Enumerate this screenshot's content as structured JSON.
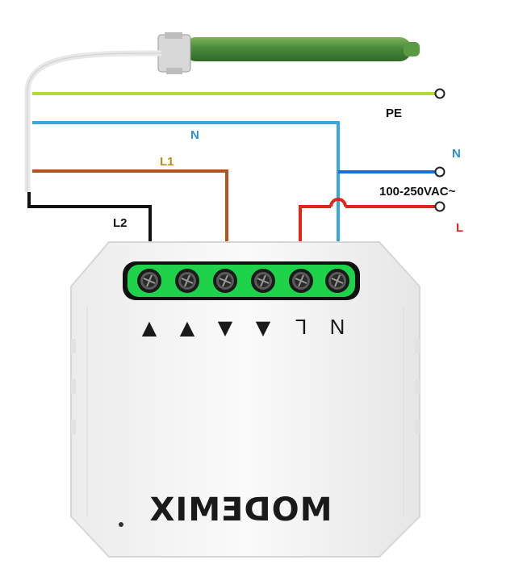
{
  "labels": {
    "pe": "PE",
    "n_top": "N",
    "l1": "L1",
    "l2": "L2",
    "n_supply": "N",
    "voltage": "100-250VAC~",
    "l_supply": "L"
  },
  "terminals": [
    "▲",
    "▲",
    "▼",
    "▼",
    "L",
    "N"
  ],
  "brand": "MODEMIX",
  "colors": {
    "pe": "#b4d83a",
    "neutral": "#3aa6de",
    "l1": "#b3541e",
    "l2": "#111111",
    "live": "#e1261c",
    "terminal_green": "#1ed34a",
    "motor_green": "#4a8a3a",
    "label_blue": "#2a8fd6",
    "label_brown": "#c08a1a",
    "label_red": "#e1261c"
  }
}
